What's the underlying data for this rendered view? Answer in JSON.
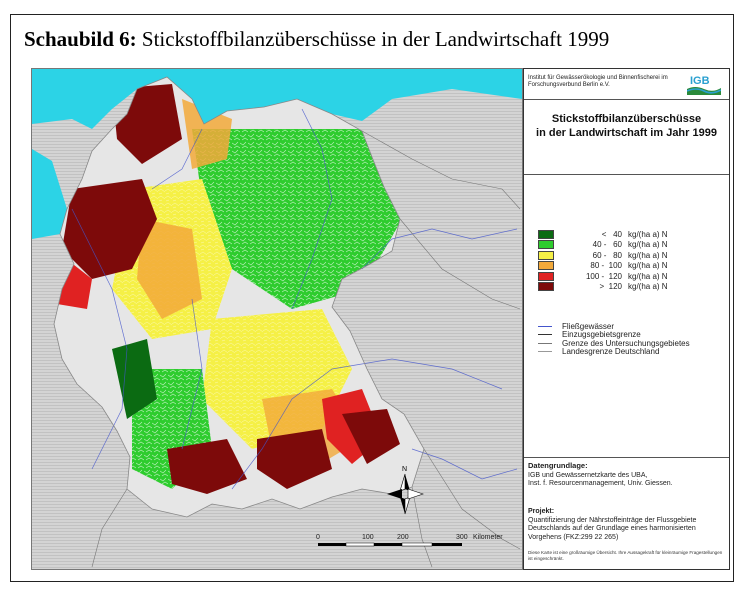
{
  "figure": {
    "title_bold": "Schaubild 6:",
    "title_rest": "Stickstoffbilanzüberschüsse in der Landwirtschaft 1999"
  },
  "panel": {
    "institute": "Institut für Gewässerökologie und Binnenfischerei im Forschungsverbund Berlin e.V.",
    "logo_text": "IGB",
    "map_title_line1": "Stickstoffbilanzüberschüsse",
    "map_title_line2": "in der Landwirtschaft im Jahr 1999"
  },
  "legend": {
    "unit": "kg/(ha a) N",
    "classes": [
      {
        "range": "<   40",
        "color": "#0b6b12"
      },
      {
        "range": "40 -   60",
        "color": "#2ecc2e"
      },
      {
        "range": "60 -   80",
        "color": "#f5f046"
      },
      {
        "range": "80 -  100",
        "color": "#f2a93a"
      },
      {
        "range": "100 -  120",
        "color": "#e02222"
      },
      {
        "range": ">  120",
        "color": "#7d0a0a"
      }
    ],
    "lines": [
      {
        "label": "Fließgewässer",
        "color": "#4455cc"
      },
      {
        "label": "Einzugsgebietsgrenze",
        "color": "#333333"
      },
      {
        "label": "Grenze des Untersuchungsgebietes",
        "color": "#777777"
      },
      {
        "label": "Landesgrenze Deutschland",
        "color": "#999999"
      }
    ]
  },
  "data_basis": {
    "heading": "Datengrundlage:",
    "line1": "IGB und Gewässernetzkarte des UBA,",
    "line2": "Inst. f. Resourcenmanagement, Univ. Giessen."
  },
  "project": {
    "heading": "Projekt:",
    "line1": "Quantifizierung der Nährstoffeinträge der Flussgebiete",
    "line2": "Deutschlands auf der Grundlage eines harmonisierten",
    "line3": "Vorgehens (FKZ:299 22 265)"
  },
  "note": "Diese Karte ist eine großräumige Übersicht. Ihre Aussagekraft für kleinräumige Fragestellungen ist eingeschränkt.",
  "map": {
    "north_label": "N",
    "scale_ticks": [
      "0",
      "100",
      "200",
      "300"
    ],
    "scale_unit": "Kilometer",
    "colors": {
      "sea": "#2cd3e6",
      "land_out": "#cfcfcf",
      "border": "#888888"
    }
  }
}
